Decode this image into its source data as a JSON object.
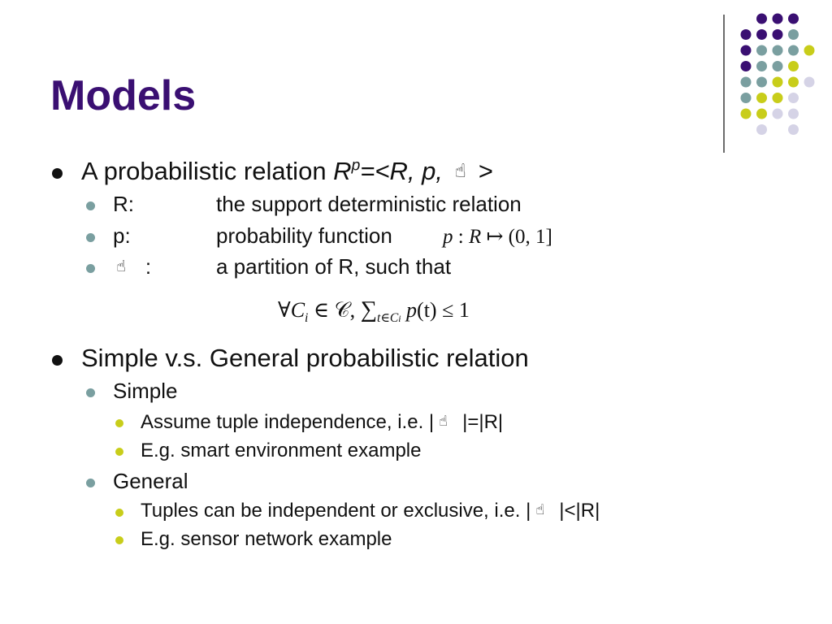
{
  "slide": {
    "title": "Models"
  },
  "items": {
    "i1": {
      "text_a": "A probabilistic relation ",
      "r": "R",
      "sup": "p",
      "text_b": "=<R, p, ",
      "text_c": " >"
    },
    "i1_r": {
      "label": "R:",
      "desc": "the support deterministic relation"
    },
    "i1_p": {
      "label": "p:",
      "desc": "probability function",
      "formula_p": "p",
      "formula_colon": " : ",
      "formula_r": "R",
      "formula_map": " ↦ (0, 1]"
    },
    "i1_c": {
      "label": ":",
      "desc": "a partition of R, such that"
    },
    "formula": {
      "forall": "∀",
      "c": "C",
      "i": "i",
      "in": " ∈ ",
      "calc": "𝒞",
      "comma": ", ",
      "sum": "∑",
      "sub_t": "t∈C",
      "sub_i": "i",
      "rest_p": " p",
      "rest_t": "(t) ≤ 1"
    },
    "i2": {
      "text": "Simple v.s. General probabilistic relation"
    },
    "i2_simple": {
      "label": "Simple"
    },
    "i2_simple_a": {
      "text_a": "Assume tuple independence, i.e. |",
      "text_b": "|=|R|"
    },
    "i2_simple_b": {
      "text": "E.g. smart environment example"
    },
    "i2_general": {
      "label": "General"
    },
    "i2_general_a": {
      "text_a": "Tuples can be independent or exclusive, i.e. |",
      "text_b": "|<|R|"
    },
    "i2_general_b": {
      "text": "E.g. sensor network example"
    }
  },
  "icons": {
    "placeholder_glyph": "☝"
  },
  "colors": {
    "title": "#3a0f72",
    "purple": "#3a0f72",
    "teal": "#7a9fa0",
    "yellow": "#c8cd1a",
    "lavender": "#d5d3e6"
  }
}
